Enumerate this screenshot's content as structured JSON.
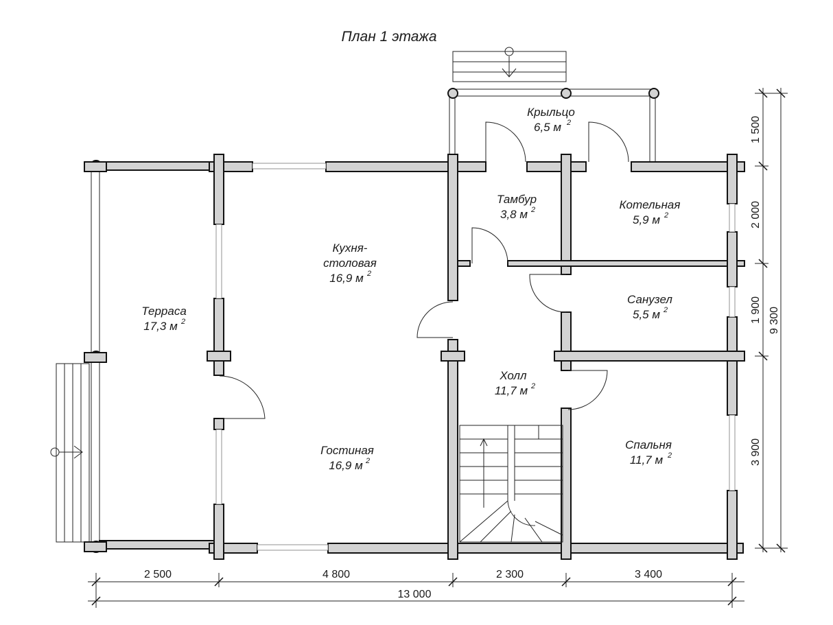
{
  "title": "План 1 этажа",
  "area_unit": "м",
  "area_unit_power": "2",
  "rooms": [
    {
      "name": "Крыльцо",
      "area": "6,5"
    },
    {
      "name": "Тамбур",
      "area": "3,8"
    },
    {
      "name": "Котельная",
      "area": "5,9"
    },
    {
      "name": "Кухня-",
      "name_line2": "столовая",
      "area": "16,9"
    },
    {
      "name": "Терраса",
      "area": "17,3"
    },
    {
      "name": "Санузел",
      "area": "5,5"
    },
    {
      "name": "Холл",
      "area": "11,7"
    },
    {
      "name": "Гостиная",
      "area": "16,9"
    },
    {
      "name": "Спальня",
      "area": "11,7"
    }
  ],
  "dims_bottom": [
    "2 500",
    "4 800",
    "2 300",
    "3 400"
  ],
  "dim_total_bottom": "13 000",
  "dims_right": [
    "1 500",
    "2 000",
    "1 900",
    "3 900"
  ],
  "dim_total_right": "9 300"
}
